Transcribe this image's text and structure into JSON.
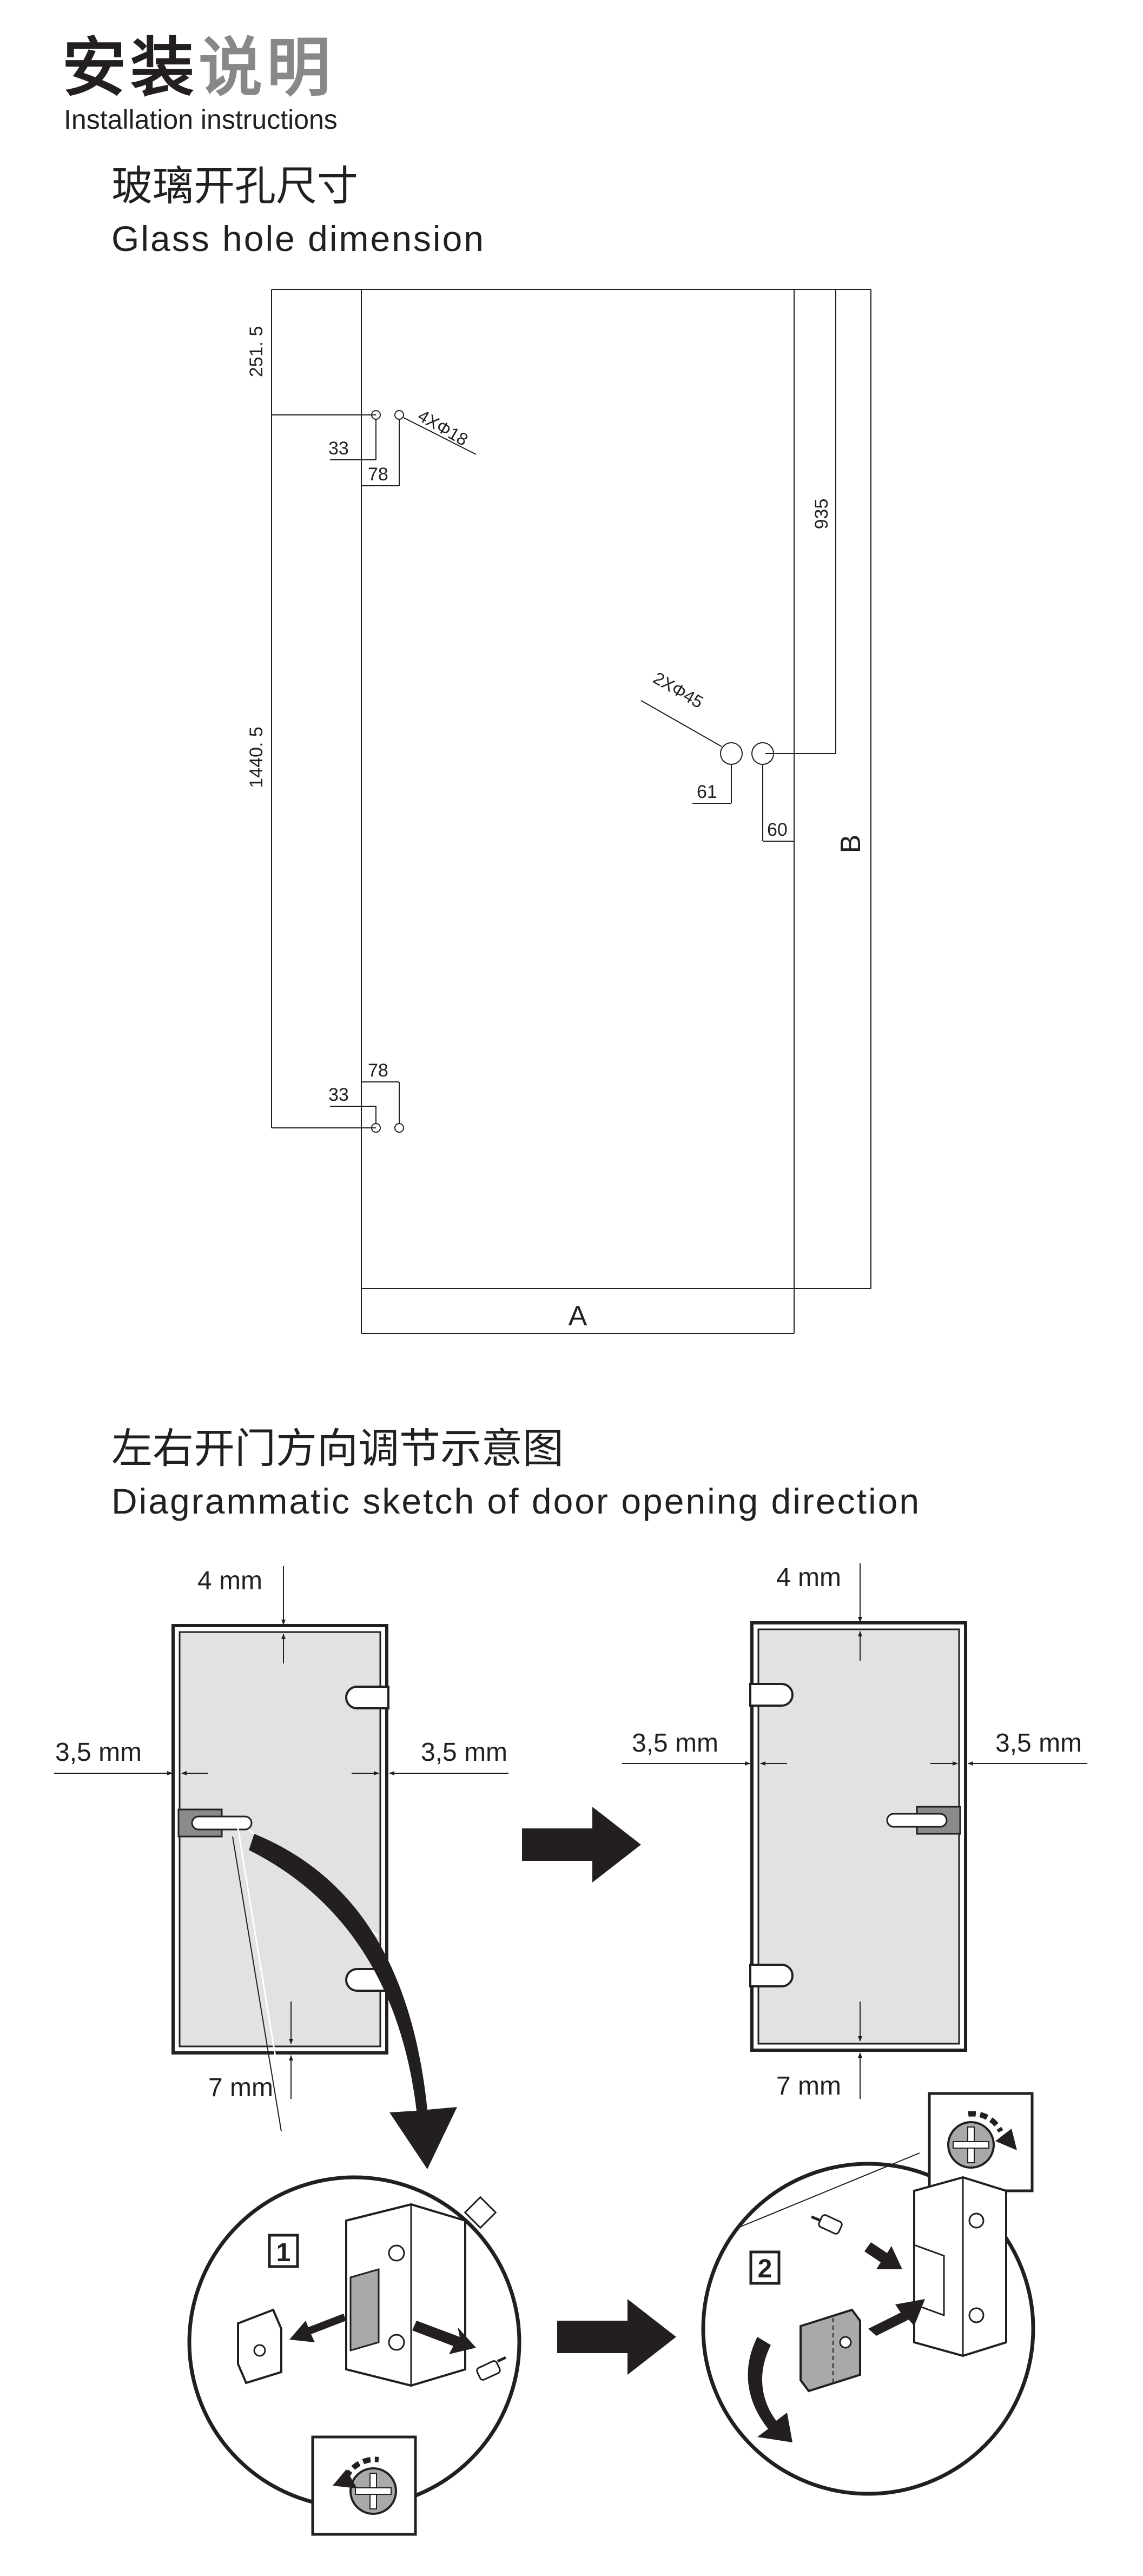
{
  "header": {
    "title_cn_part1": "安装",
    "title_cn_part2": "说明",
    "title_en": "Installation instructions"
  },
  "section1": {
    "title_cn": "玻璃开孔尺寸",
    "title_en": "Glass hole dimension",
    "dims": {
      "top_offset": "251. 5",
      "mid_span": "1440. 5",
      "right_height": "935",
      "small_holes": "4XΦ18",
      "large_holes": "2XΦ45",
      "hole_x_small_top": "33",
      "hole_x_large_top": "78",
      "hole_x_small_bottom": "33",
      "hole_x_large_bottom": "78",
      "hole_right_a": "61",
      "hole_right_b": "60",
      "width_label": "A",
      "height_label": "B"
    }
  },
  "section2": {
    "title_cn": "左右开门方向调节示意图",
    "title_en": "Diagrammatic sketch of door opening direction",
    "left_door": {
      "top_gap": "4 mm",
      "left_gap": "3,5 mm",
      "right_gap": "3,5 mm",
      "bottom_gap": "7 mm"
    },
    "right_door": {
      "top_gap": "4 mm",
      "left_gap": "3,5 mm",
      "right_gap": "3,5 mm",
      "bottom_gap": "7 mm"
    },
    "step1_label": "1",
    "step2_label": "2"
  },
  "colors": {
    "ink": "#231f20",
    "glass": "#e2e2e2",
    "part": "#a9a9a9",
    "title_gray": "#888888"
  },
  "icons": [
    "arrow-right-icon",
    "curved-arrow-icon",
    "screwdriver-rotate-icon",
    "screw-icon",
    "rotate-arrow-icon"
  ]
}
